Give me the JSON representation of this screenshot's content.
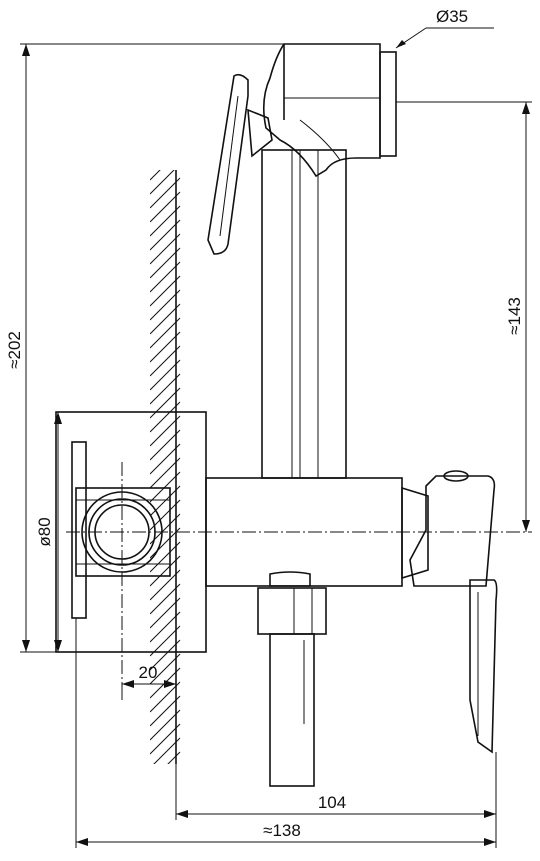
{
  "dimensions": {
    "hose_diameter": "Ø35",
    "total_height": "≈202",
    "handle_height": "≈143",
    "flange_diameter": "ø80",
    "depth": "20",
    "body_length": "104",
    "total_length": "≈138"
  }
}
